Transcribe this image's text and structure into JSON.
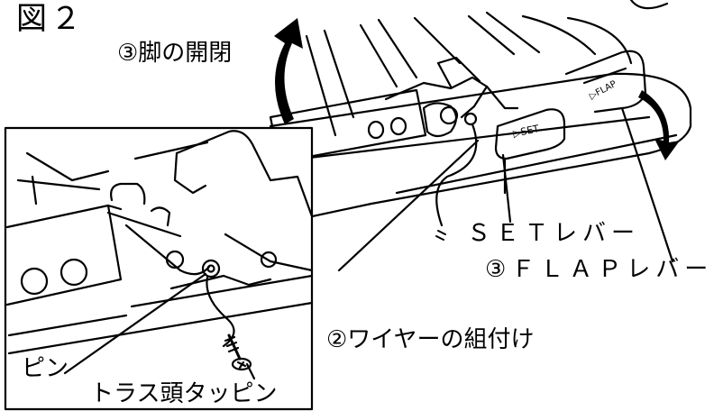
{
  "figure": {
    "title": "図２"
  },
  "labels": {
    "legs_open_close": "③脚の開閉",
    "set_lever": "ＳＥＴレバー",
    "flap_lever": "③ＦＬＡＰレバー",
    "wire_assembly": "②ワイヤーの組付け",
    "pin": "ピン",
    "truss_head_tapping_screw": "トラス頭タッピン"
  },
  "part_markings": {
    "set_lever_mark": "▷SET",
    "flap_lever_mark": "▷FLAP"
  },
  "colors": {
    "ink": "#000000",
    "paper": "#ffffff"
  },
  "icons": {
    "legs_arrow": "curved-arrow-up-icon",
    "flap_arrow": "curved-arrow-down-icon"
  }
}
